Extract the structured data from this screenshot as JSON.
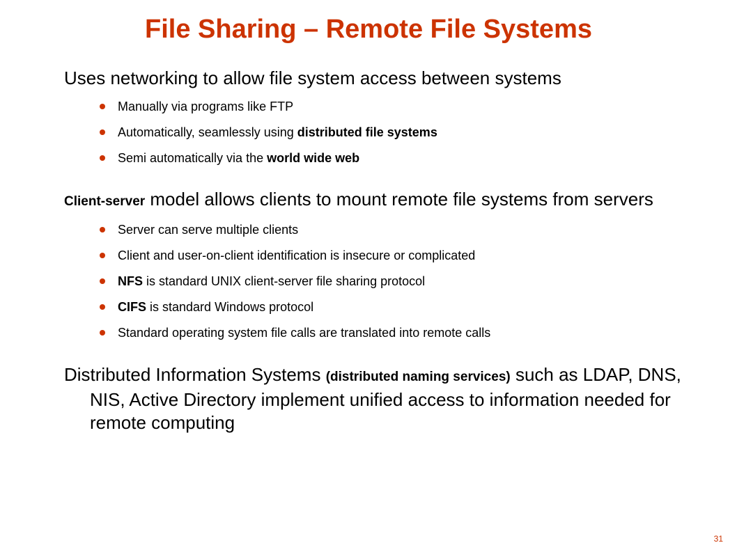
{
  "slide": {
    "title": "File Sharing – Remote File Systems",
    "page_number": "31",
    "accent_color": "#cc3300"
  },
  "block1": {
    "paragraph": "Uses networking to allow file system access between systems",
    "bullets": [
      {
        "text": "Manually via programs like FTP"
      },
      {
        "pre": "Automatically, seamlessly using ",
        "bold": "distributed file systems"
      },
      {
        "pre": "Semi automatically via the ",
        "bold": "world wide web"
      }
    ]
  },
  "block2": {
    "lead_bold": "Client-server",
    "paragraph_rest": " model allows clients to mount remote file systems from servers",
    "bullets": [
      {
        "text": "Server can serve multiple clients"
      },
      {
        "text": "Client and user-on-client identification is insecure or complicated"
      },
      {
        "bold": "NFS",
        "post": " is standard UNIX client-server file sharing protocol"
      },
      {
        "bold": "CIFS",
        "post": " is standard Windows protocol"
      },
      {
        "text": "Standard operating system file calls are translated into remote calls"
      }
    ]
  },
  "block3": {
    "lead": "Distributed Information Systems ",
    "paren_bold": "(distributed naming services)",
    "rest": " such as LDAP, DNS, NIS, Active Directory implement unified access to information needed for remote computing"
  }
}
